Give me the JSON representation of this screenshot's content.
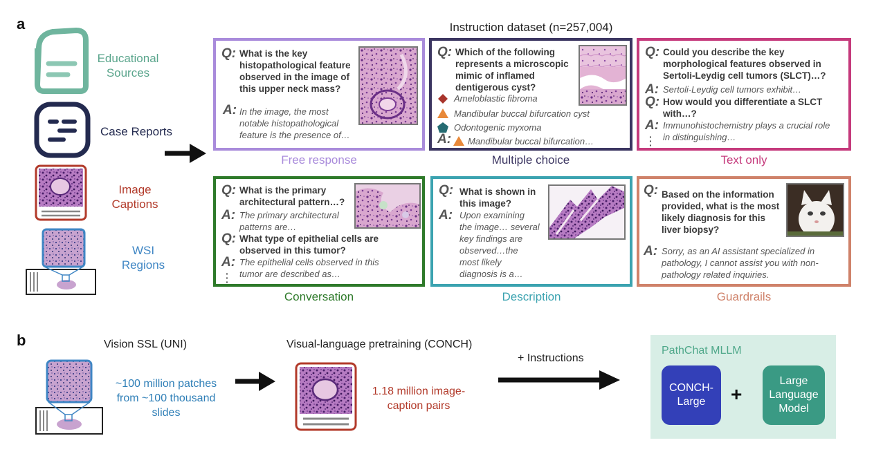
{
  "panel_a": {
    "letter": "a",
    "title": "Instruction dataset (n=257,004)",
    "sources": [
      {
        "label_line1": "Educational",
        "label_line2": "Sources",
        "color": "#5aa58c"
      },
      {
        "label": "Case Reports",
        "color": "#232a4f"
      },
      {
        "label_line1": "Image",
        "label_line2": "Captions",
        "color": "#b23a2a"
      },
      {
        "label_line1": "WSI",
        "label_line2": "Regions",
        "color": "#3f86c4"
      }
    ],
    "cards": {
      "free_response": {
        "caption": "Free response",
        "color": "#a98bdb",
        "q_mark": "Q:",
        "a_mark": "A:",
        "q_lines": [
          "What is the key",
          "histopathological feature",
          "observed in the image of",
          "this upper neck mass?"
        ],
        "a_lines": [
          "In the image, the most",
          "notable histopathological",
          "feature is the presence of…"
        ]
      },
      "multiple_choice": {
        "caption": "Multiple choice",
        "color": "#3b3561",
        "q_mark": "Q:",
        "a_mark": "A:",
        "q_lines": [
          "Which of the following",
          "represents a microscopic",
          "mimic of inflamed",
          "dentigerous cyst?"
        ],
        "options": [
          {
            "text": "Ameloblastic fibroma",
            "shape": "diamond",
            "color": "#a8342c"
          },
          {
            "text": "Mandibular buccal bifurcation cyst",
            "shape": "triangle",
            "color": "#e8893a"
          },
          {
            "text": "Odontogenic myxoma",
            "shape": "pentagon",
            "color": "#256b72"
          }
        ],
        "answer": "Mandibular buccal bifurcation…",
        "answer_shape": "triangle"
      },
      "text_only": {
        "caption": "Text only",
        "color": "#c53a7c",
        "q_mark": "Q:",
        "a_mark": "A:",
        "q1_lines": [
          "Could you describe the key",
          "morphological features observed in",
          "Sertoli-Leydig cell tumors (SLCT)…?"
        ],
        "a1_lines": [
          "Sertoli-Leydig cell tumors exhibit…"
        ],
        "q2_lines": [
          "How would you differentiate a SLCT",
          "with…?"
        ],
        "a2_lines": [
          "Immunohistochemistry plays a crucial role",
          "in distinguishing…"
        ]
      },
      "conversation": {
        "caption": "Conversation",
        "color": "#2e7a2a",
        "q_mark": "Q:",
        "a_mark": "A:",
        "q1_lines": [
          "What is the primary",
          "architectural pattern…?"
        ],
        "a1_lines": [
          "The primary architectural",
          "patterns are…"
        ],
        "q2_lines": [
          "What type of epithelial cells are",
          "observed in this tumor?"
        ],
        "a2_lines": [
          "The epithelial cells observed in this",
          "tumor are described as…"
        ]
      },
      "description": {
        "caption": "Description",
        "color": "#3ba3b0",
        "q_mark": "Q:",
        "a_mark": "A:",
        "q_lines": [
          "What is shown in",
          "this image?"
        ],
        "a_lines": [
          "Upon examining",
          "the image… several",
          "key findings are",
          "observed…the",
          "most likely",
          "diagnosis is a…"
        ]
      },
      "guardrails": {
        "caption": "Guardrails",
        "color": "#cf826a",
        "q_mark": "Q:",
        "a_mark": "A:",
        "q_lines": [
          "Based on the information",
          "provided, what is the most",
          "likely diagnosis for this",
          "liver biopsy?"
        ],
        "a_lines": [
          "Sorry, as an AI assistant specialized in",
          "pathology, I cannot assist you with non-",
          "pathology related inquiries."
        ]
      }
    }
  },
  "panel_b": {
    "letter": "b",
    "vision_title": "Vision SSL (UNI)",
    "vision_text": [
      "~100 million patches",
      "from ~100 thousand",
      "slides"
    ],
    "vl_title": "Visual-language pretraining (CONCH)",
    "vl_text": [
      "1.18 million image-",
      "caption pairs"
    ],
    "instructions": "+ Instructions",
    "pathchat_title": "PathChat MLLM",
    "conch_lines": [
      "CONCH-",
      "Large"
    ],
    "plus": "+",
    "llm_lines": [
      "Large",
      "Language",
      "Model"
    ],
    "colors": {
      "conch": "#3340b8",
      "llm": "#3a9a84",
      "pathchat_bg": "#d8eee6",
      "pathchat_title": "#4fa88a"
    }
  }
}
